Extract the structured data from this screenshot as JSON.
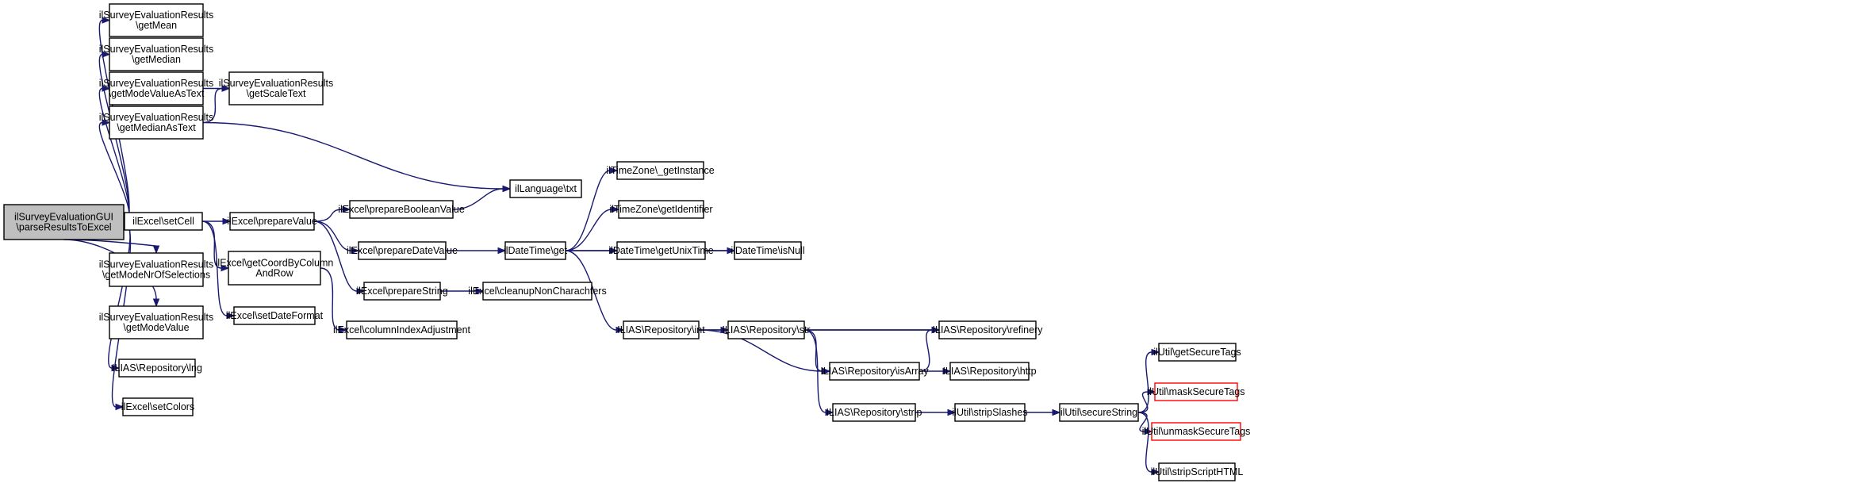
{
  "diagram": {
    "edge_color": "#191970",
    "root_fill": "#bfbfbf",
    "truncated_border": "#ff0000",
    "nodes": [
      {
        "id": "root",
        "lines": [
          "ilSurveyEvaluationGUI",
          "\\parseResultsToExcel"
        ],
        "style": "root"
      },
      {
        "id": "getMean",
        "lines": [
          "ilSurveyEvaluationResults",
          "\\getMean"
        ]
      },
      {
        "id": "getMedian",
        "lines": [
          "ilSurveyEvaluationResults",
          "\\getMedian"
        ]
      },
      {
        "id": "getModeValueAsText",
        "lines": [
          "ilSurveyEvaluationResults",
          "\\getModeValueAsText"
        ]
      },
      {
        "id": "getScaleText",
        "lines": [
          "ilSurveyEvaluationResults",
          "\\getScaleText"
        ]
      },
      {
        "id": "getMedianAsText",
        "lines": [
          "ilSurveyEvaluationResults",
          "\\getMedianAsText"
        ]
      },
      {
        "id": "langTxt",
        "lines": [
          "ilLanguage\\txt"
        ]
      },
      {
        "id": "setCell",
        "lines": [
          "ilExcel\\setCell"
        ]
      },
      {
        "id": "prepareValue",
        "lines": [
          "ilExcel\\prepareValue"
        ]
      },
      {
        "id": "prepareBooleanValue",
        "lines": [
          "ilExcel\\prepareBooleanValue"
        ]
      },
      {
        "id": "prepareDateValue",
        "lines": [
          "ilExcel\\prepareDateValue"
        ]
      },
      {
        "id": "prepareString",
        "lines": [
          "ilExcel\\prepareString"
        ]
      },
      {
        "id": "cleanupNonCharachters",
        "lines": [
          "ilExcel\\cleanupNonCharachters"
        ]
      },
      {
        "id": "getCoordByColumnAndRow",
        "lines": [
          "ilExcel\\getCoordByColumn",
          "AndRow"
        ]
      },
      {
        "id": "columnIndexAdjustment",
        "lines": [
          "ilExcel\\columnIndexAdjustment"
        ]
      },
      {
        "id": "setDateFormat",
        "lines": [
          "ilExcel\\setDateFormat"
        ]
      },
      {
        "id": "getModeNrOfSelections",
        "lines": [
          "ilSurveyEvaluationResults",
          "\\getModeNrOfSelections"
        ]
      },
      {
        "id": "getModeValue",
        "lines": [
          "ilSurveyEvaluationResults",
          "\\getModeValue"
        ]
      },
      {
        "id": "lng",
        "lines": [
          "ILIAS\\Repository\\lng"
        ]
      },
      {
        "id": "setColors",
        "lines": [
          "ilExcel\\setColors"
        ]
      },
      {
        "id": "tzGetInstance",
        "lines": [
          "ilTimeZone\\_getInstance"
        ]
      },
      {
        "id": "tzGetIdentifier",
        "lines": [
          "ilTimeZone\\getIdentifier"
        ]
      },
      {
        "id": "dtGet",
        "lines": [
          "ilDateTime\\get"
        ]
      },
      {
        "id": "dtGetUnixTime",
        "lines": [
          "ilDateTime\\getUnixTime"
        ]
      },
      {
        "id": "dtIsNull",
        "lines": [
          "ilDateTime\\isNull"
        ]
      },
      {
        "id": "repoInt",
        "lines": [
          "ILIAS\\Repository\\int"
        ]
      },
      {
        "id": "repoStr",
        "lines": [
          "ILIAS\\Repository\\str"
        ]
      },
      {
        "id": "repoRefinery",
        "lines": [
          "ILIAS\\Repository\\refinery"
        ]
      },
      {
        "id": "repoIsArray",
        "lines": [
          "ILIAS\\Repository\\isArray"
        ]
      },
      {
        "id": "repoHttp",
        "lines": [
          "ILIAS\\Repository\\http"
        ]
      },
      {
        "id": "repoStrip",
        "lines": [
          "ILIAS\\Repository\\strip"
        ]
      },
      {
        "id": "stripSlashes",
        "lines": [
          "ilUtil\\stripSlashes"
        ]
      },
      {
        "id": "secureString",
        "lines": [
          "ilUtil\\secureString"
        ]
      },
      {
        "id": "getSecureTags",
        "lines": [
          "ilUtil\\getSecureTags"
        ]
      },
      {
        "id": "maskSecureTags",
        "lines": [
          "ilUtil\\maskSecureTags"
        ],
        "style": "truncated"
      },
      {
        "id": "unmaskSecureTags",
        "lines": [
          "ilUtil\\unmaskSecureTags"
        ],
        "style": "truncated"
      },
      {
        "id": "stripScriptHTML",
        "lines": [
          "ilUtil\\stripScriptHTML"
        ]
      }
    ],
    "edges": [
      [
        "root",
        "getMean"
      ],
      [
        "root",
        "getMedian"
      ],
      [
        "root",
        "getModeValueAsText"
      ],
      [
        "root",
        "getMedianAsText"
      ],
      [
        "root",
        "setCell"
      ],
      [
        "root",
        "getModeNrOfSelections"
      ],
      [
        "root",
        "getModeValue"
      ],
      [
        "root",
        "lng"
      ],
      [
        "root",
        "setColors"
      ],
      [
        "getModeValueAsText",
        "getScaleText"
      ],
      [
        "getMedianAsText",
        "getScaleText"
      ],
      [
        "getMedianAsText",
        "langTxt"
      ],
      [
        "setCell",
        "prepareValue"
      ],
      [
        "setCell",
        "getCoordByColumnAndRow"
      ],
      [
        "setCell",
        "setDateFormat"
      ],
      [
        "prepareValue",
        "prepareBooleanValue"
      ],
      [
        "prepareValue",
        "prepareDateValue"
      ],
      [
        "prepareValue",
        "prepareString"
      ],
      [
        "prepareBooleanValue",
        "langTxt"
      ],
      [
        "prepareDateValue",
        "dtGet"
      ],
      [
        "prepareString",
        "cleanupNonCharachters"
      ],
      [
        "getCoordByColumnAndRow",
        "columnIndexAdjustment"
      ],
      [
        "dtGet",
        "tzGetInstance"
      ],
      [
        "dtGet",
        "tzGetIdentifier"
      ],
      [
        "dtGet",
        "dtGetUnixTime"
      ],
      [
        "dtGet",
        "dtIsNull"
      ],
      [
        "dtGet",
        "repoInt"
      ],
      [
        "dtGetUnixTime",
        "dtIsNull"
      ],
      [
        "repoInt",
        "repoStr"
      ],
      [
        "repoInt",
        "repoRefinery"
      ],
      [
        "repoInt",
        "repoIsArray"
      ],
      [
        "repoStr",
        "repoRefinery"
      ],
      [
        "repoStr",
        "repoIsArray"
      ],
      [
        "repoStr",
        "repoStrip"
      ],
      [
        "repoIsArray",
        "repoRefinery"
      ],
      [
        "repoIsArray",
        "repoHttp"
      ],
      [
        "repoStrip",
        "stripSlashes"
      ],
      [
        "stripSlashes",
        "secureString"
      ],
      [
        "secureString",
        "getSecureTags"
      ],
      [
        "secureString",
        "maskSecureTags"
      ],
      [
        "secureString",
        "unmaskSecureTags"
      ],
      [
        "secureString",
        "stripScriptHTML"
      ]
    ]
  }
}
